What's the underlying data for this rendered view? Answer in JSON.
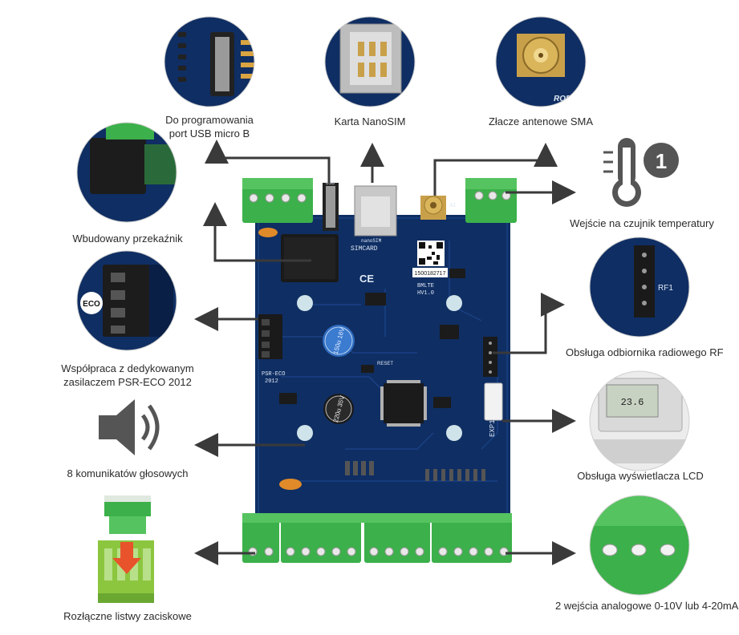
{
  "labels": {
    "usb_line1": "Do programowania",
    "usb_line2": "port USB micro B",
    "sim": "Karta NanoSIM",
    "sma": "Złacze antenowe SMA",
    "temp": "Wejście na czujnik temperatury",
    "relay": "Wbudowany przekaźnik",
    "psu_line1": "Współpraca z dedykowanym",
    "psu_line2": "zasilaczem PSR-ECO 2012",
    "rf": "Obsługa odbiornika radiowego RF",
    "voice": "8 komunikatów głosowych",
    "lcd": "Obsługa wyświetlacza LCD",
    "terminals": "Rozłączne listwy zaciskowe",
    "analog": "2 wejścia analogowe 0-10V lub 4-20mA"
  },
  "board_text": {
    "usb_silk": "USB",
    "simcard": "SIMCARD",
    "nanosim": "nanoSIM",
    "a1": "A1",
    "model": "BMLTE",
    "model_ver": "HV1.0",
    "serial": "1500182717",
    "psr_eco": "PSR-ECO",
    "psr_year": "2012",
    "exp1": "EXP1",
    "ce": "CE",
    "reset": "RESET",
    "rf1": "RF1",
    "cap1": "150u 16V",
    "cap2": "220u 35V",
    "eco_badge": "ECO",
    "thermo_digit": "1",
    "brand": "ROPAM",
    "lcd_value": "23.6"
  },
  "colors": {
    "pcb": "#0f2e63",
    "terminal_green": "#3cb04a",
    "arrow": "#3a3a3a"
  }
}
